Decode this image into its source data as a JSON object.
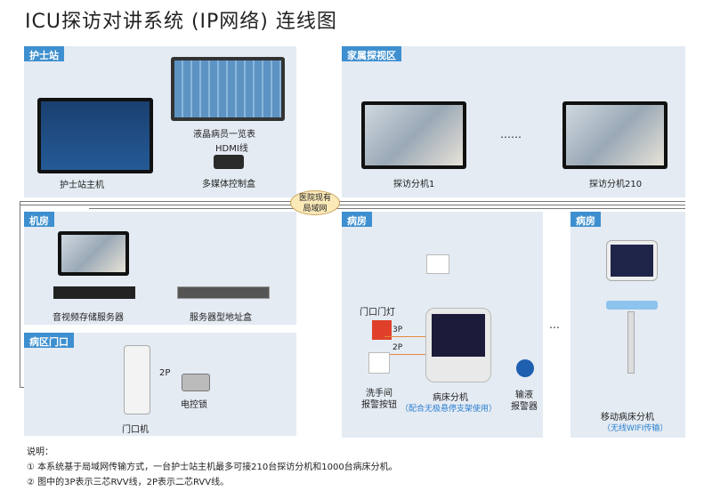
{
  "title": "ICU探访对讲系统 (IP网络) 连线图",
  "zones": {
    "nurse": "护士站",
    "family": "家属探视区",
    "server": "机房",
    "entrance": "病区门口",
    "ward": "病房",
    "ward2": "病房"
  },
  "devices": {
    "nurse_host": "护士站主机",
    "lcd_list": "液晶病员一览表",
    "hdmi": "HDMI线",
    "media_box": "多媒体控制盒",
    "visit1": "探访分机1",
    "visit_dots": "……",
    "visit210": "探访分机210",
    "av_server": "音视频存储服务器",
    "addr_server": "服务器型地址盒",
    "door_unit": "门口机",
    "lock": "电控锁",
    "lock_wire": "2P",
    "door_light": "门口门灯",
    "wire3p": "3P",
    "wire2p": "2P",
    "wash_btn_1": "洗手间",
    "wash_btn_2": "报警按钮",
    "bed_unit": "病床分机",
    "bed_note": "（配合无极悬停支架使用）",
    "iv_1": "输液",
    "iv_2": "报警器",
    "mobile": "移动病床分机",
    "mobile_note": "（无线WIFI传输）",
    "ward_dots": "…"
  },
  "network": "医院现有局域网",
  "notes": {
    "heading": "说明：",
    "items": [
      "① 本系统基于局域网传输方式，一台护士站主机最多可接210台探访分机和1000台病床分机。",
      "② 图中的3P表示三芯RVV线，2P表示二芯RVV线。"
    ]
  }
}
